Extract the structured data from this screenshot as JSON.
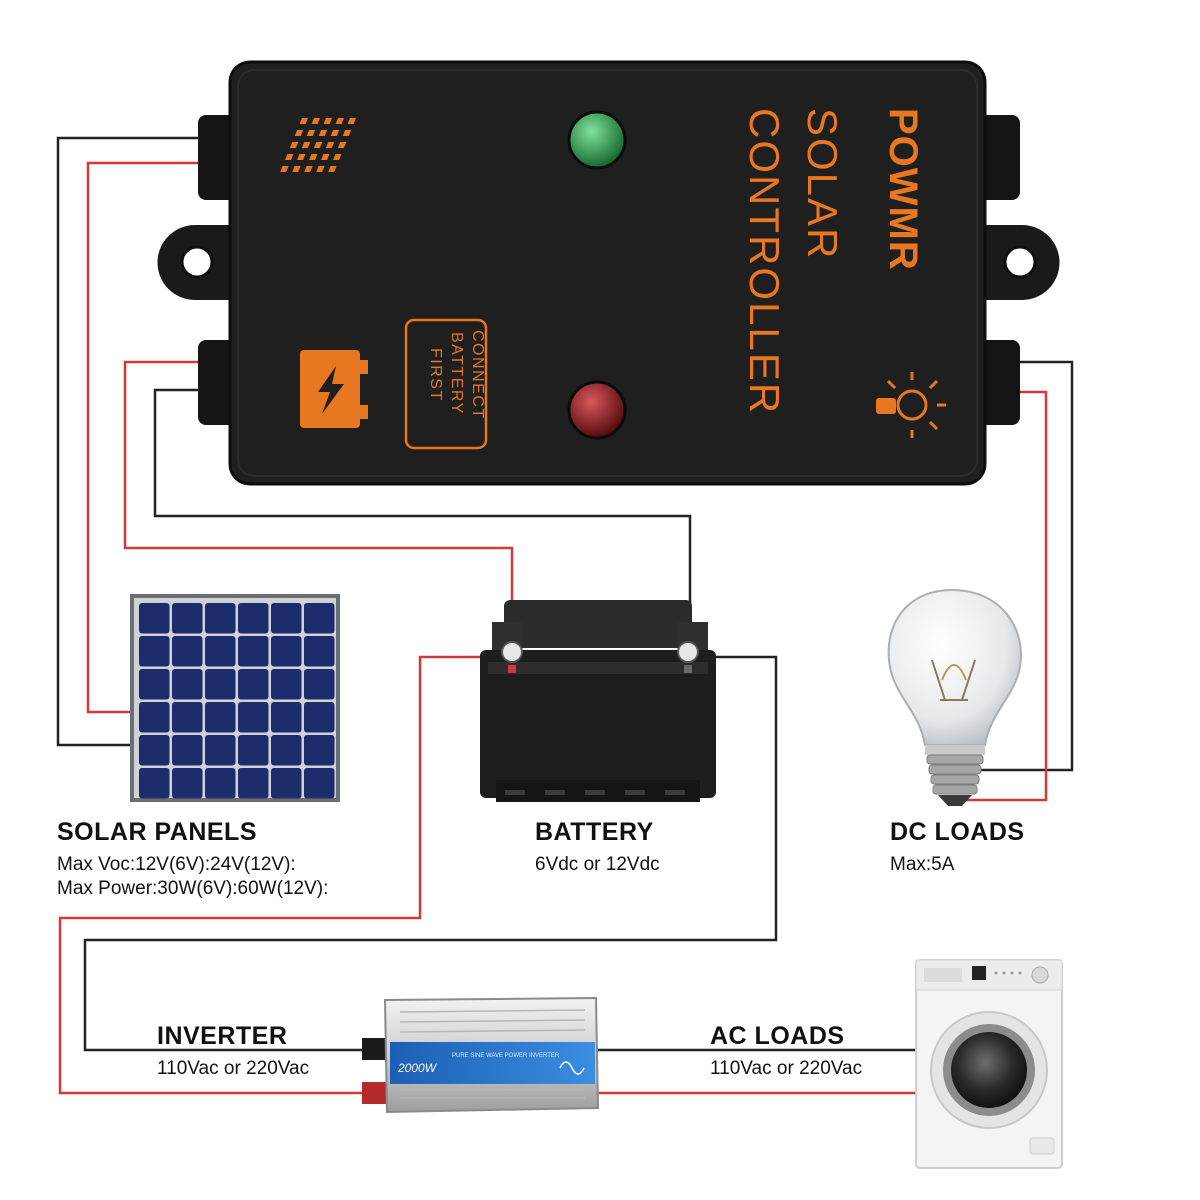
{
  "controller": {
    "brand": "POWMR",
    "title_line1": "SOLAR",
    "title_line2": "CONTROLLER",
    "warning_line1": "CONNECT",
    "warning_line2": "BATTERY",
    "warning_line3": "FIRST",
    "colors": {
      "body": "#1f1f1f",
      "accent": "#e87722",
      "led_top": "#1f8f3a",
      "led_bottom": "#7a0f12"
    },
    "icons": [
      "vent-icon",
      "battery-charge-icon",
      "light-bulb-icon"
    ]
  },
  "wires": {
    "colors": {
      "positive": "#d23a3a",
      "negative": "#222222"
    }
  },
  "solar_panels": {
    "title": "SOLAR PANELS",
    "spec_line1": "Max Voc:12V(6V):24V(12V):",
    "spec_line2": "Max Power:30W(6V):60W(12V):"
  },
  "battery": {
    "title": "BATTERY",
    "spec": "6Vdc or 12Vdc"
  },
  "dc_loads": {
    "title": "DC LOADS",
    "spec": "Max:5A"
  },
  "inverter": {
    "title": "INVERTER",
    "spec": "110Vac or 220Vac",
    "rating": "2000W",
    "model_text": "PURE SINE WAVE POWER INVERTER"
  },
  "ac_loads": {
    "title": "AC LOADS",
    "spec": "110Vac or 220Vac"
  }
}
